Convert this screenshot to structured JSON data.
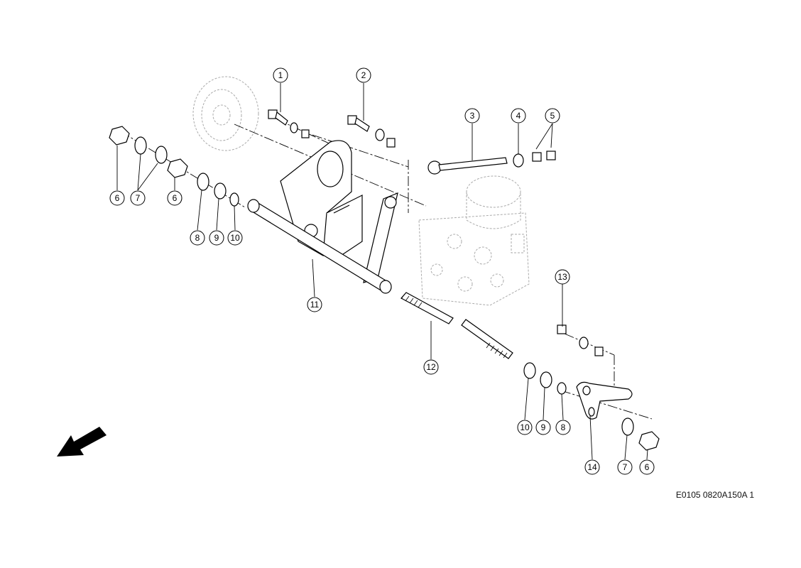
{
  "reference_code": "E0105 0820A150A 1",
  "callouts": [
    "1",
    "2",
    "3",
    "4",
    "5",
    "6",
    "7",
    "6",
    "8",
    "9",
    "10",
    "11",
    "12",
    "13",
    "10",
    "9",
    "8",
    "14",
    "7",
    "6"
  ],
  "icons": {
    "direction": "direction-arrow-icon"
  },
  "colors": {
    "line": "#000000",
    "ghost": "#aaaaaa",
    "background": "#ffffff"
  }
}
